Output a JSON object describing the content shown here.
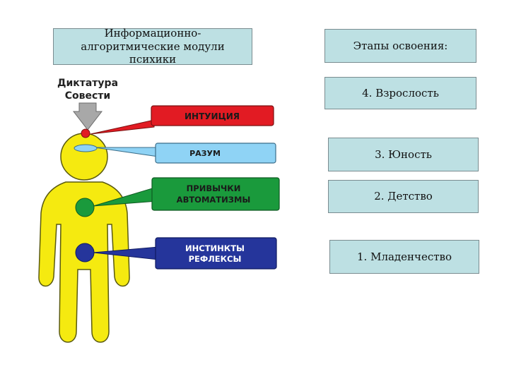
{
  "header": {
    "modules_title": "Информационно-алгоритмические модули психики",
    "stages_title": "Этапы освоения:"
  },
  "figure": {
    "top_label_line1": "Диктатура",
    "top_label_line2": "Совести",
    "callouts": [
      {
        "line1": "ИНТУИЦИЯ",
        "line2": "",
        "color": "#e21b23"
      },
      {
        "line1": "РАЗУМ",
        "line2": "",
        "color": "#8fd3f5"
      },
      {
        "line1": "ПРИВЫЧКИ",
        "line2": "АВТОМАТИЗМЫ",
        "color": "#1a9a3c"
      },
      {
        "line1": "ИНСТИНКТЫ",
        "line2": "РЕФЛЕКСЫ",
        "color": "#25359b"
      }
    ],
    "body_color": "#f5ea10",
    "arrow_color": "#a8a8a8"
  },
  "stages": [
    "4. Взрослость",
    "3. Юность",
    "2. Детство",
    "1. Младенчество"
  ]
}
